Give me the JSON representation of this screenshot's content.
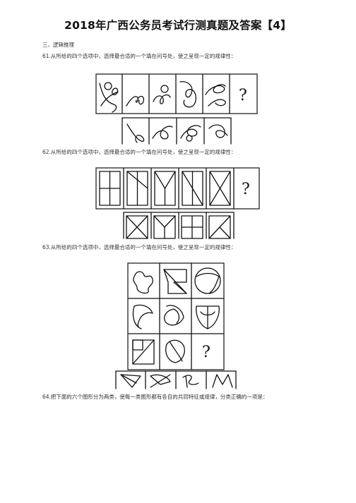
{
  "doc": {
    "title": "2018年广西公务员考试行测真题及答案【4】",
    "section": "三、逻辑推理",
    "questions": [
      {
        "text": "61.从所给的四个选项中，选择最合适的一个填在问号处，使之呈现一定的规律性："
      },
      {
        "text": "62.从所给的四个选项中，选择最合适的一个填在问号处，使之呈现一定的规律性："
      },
      {
        "text": "63.从所给的四个选项中，选择最合适的一个填在问号处，使之呈现一定的规律性："
      },
      {
        "text": "64.把下面的六个图形分为两类，使每一类图形都有各自的共同特征或规律，分类正确的一项是："
      }
    ],
    "question_mark": "?"
  }
}
